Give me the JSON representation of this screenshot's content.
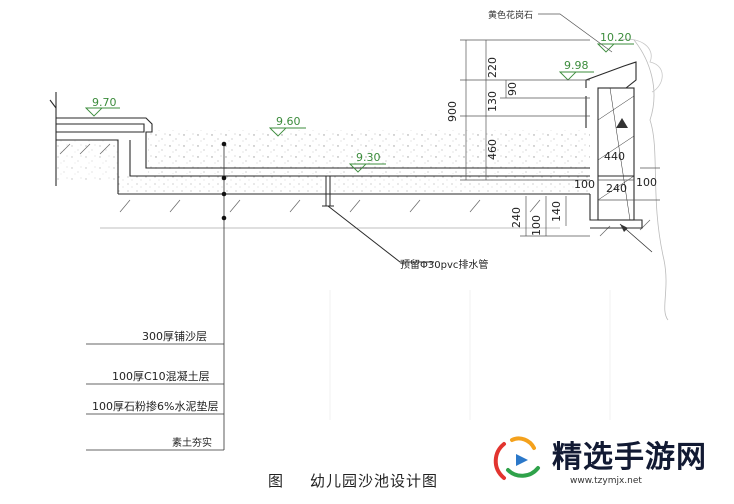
{
  "figure": {
    "caption_prefix": "图",
    "caption_title": "幼儿园沙池设计图"
  },
  "elevations": [
    {
      "id": "left-wall",
      "value": "9.70"
    },
    {
      "id": "sand-surface",
      "value": "9.60"
    },
    {
      "id": "pool-bottom",
      "value": "9.30"
    },
    {
      "id": "right-coping",
      "value": "9.98"
    },
    {
      "id": "right-top",
      "value": "10.20"
    }
  ],
  "dimensions": {
    "vertical_left": [
      "900",
      "220",
      "130",
      "460"
    ],
    "vertical_small": "90",
    "right_wall": [
      "440",
      "240",
      "100",
      "100"
    ],
    "bottom": [
      "240",
      "100",
      "140"
    ]
  },
  "annotations": {
    "top_material": "黄色花岗石",
    "drain_pipe": "预留Φ30pvc排水管"
  },
  "layers": [
    {
      "id": "sand",
      "label": "300厚铺沙层"
    },
    {
      "id": "concrete",
      "label": "100厚C10混凝土层"
    },
    {
      "id": "gravel",
      "label": "100厚石粉掺6%水泥垫层"
    },
    {
      "id": "soil",
      "label": "素土夯实"
    }
  ],
  "watermark": {
    "name": "精选手游网",
    "url": "www.tzymjx.net"
  },
  "colors": {
    "line": "#2a2a2a",
    "elevation": "#3c8c3c",
    "accent_red": "#e2342f",
    "accent_orange": "#f4a11c",
    "accent_green": "#2fa24a",
    "accent_blue": "#2b78c9"
  }
}
